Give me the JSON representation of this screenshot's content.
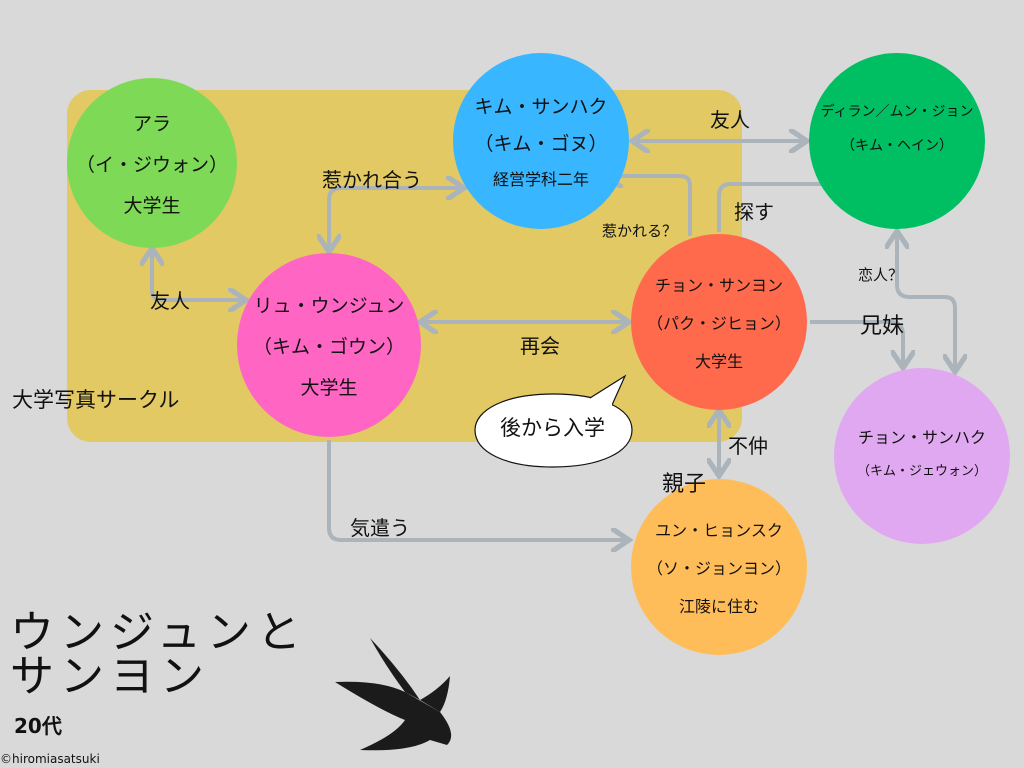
{
  "group": {
    "label": "大学写真サークル",
    "color": "#e2c964"
  },
  "characters": [
    {
      "id": "ara",
      "lines": [
        "アラ",
        "（イ・ジウォン）",
        "大学生"
      ],
      "color": "#7ed957"
    },
    {
      "id": "kim-sanhak",
      "lines": [
        "キム・サンハク",
        "（キム・ゴヌ）",
        "経営学科二年"
      ],
      "color": "#38b6ff"
    },
    {
      "id": "dylan",
      "lines": [
        "ディラン／ムン・ジョン",
        "（キム・ヘイン）"
      ],
      "color": "#00bf63"
    },
    {
      "id": "ryu",
      "lines": [
        "リュ・ウンジュン",
        "（キム・ゴウン）",
        "大学生"
      ],
      "color": "#ff66c4"
    },
    {
      "id": "chon-sanyon",
      "lines": [
        "チョン・サンヨン",
        "（パク・ジヒョン）",
        "大学生"
      ],
      "color": "#ff6a4d"
    },
    {
      "id": "chon-sanhak",
      "lines": [
        "チョン・サンハク",
        "（キム・ジェウォン）"
      ],
      "color": "#e0a8f0"
    },
    {
      "id": "yun",
      "lines": [
        "ユン・ヒョンスク",
        "（ソ・ジョンヨン）",
        "江陵に住む"
      ],
      "color": "#ffbd59"
    }
  ],
  "relations": {
    "ara_ryu": "友人",
    "ryu_kim": "惹かれ合う",
    "kim_dylan": "友人",
    "chon_kim": "惹かれる？",
    "chon_dylan": "探す",
    "ryu_chon": "再会",
    "dylan_sanhak": "恋人？",
    "chon_sanhak": "兄妹",
    "chon_yun_1": "不仲",
    "chon_yun_2": "親子",
    "ryu_yun": "気遣う"
  },
  "bubble": "後から入学",
  "title": {
    "line1": "ウンジュンと",
    "line2": "サンヨン",
    "sub": "20代"
  },
  "credit": "©hiromiasatsuki",
  "arrow_color": "#aab4ba"
}
